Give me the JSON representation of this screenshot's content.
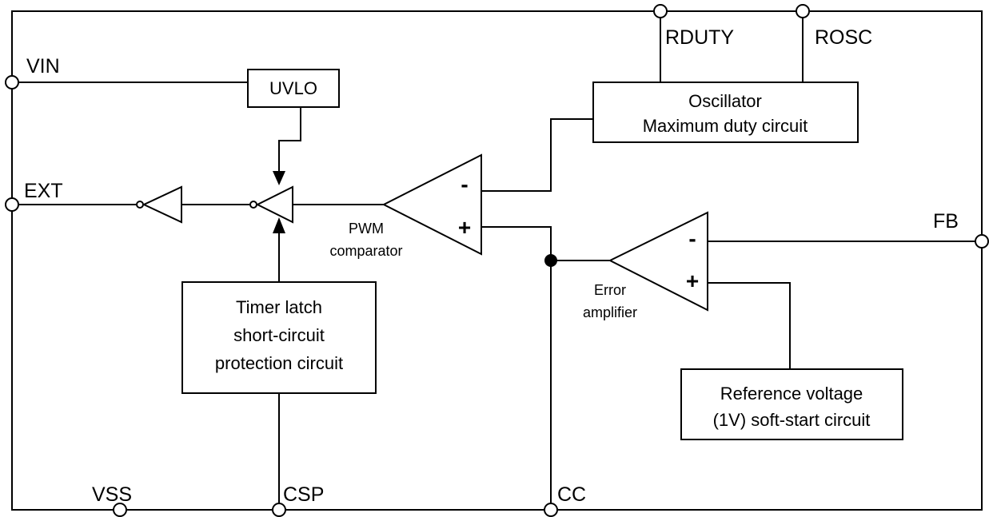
{
  "pins": {
    "vin": "VIN",
    "ext": "EXT",
    "vss": "VSS",
    "csp": "CSP",
    "cc": "CC",
    "fb": "FB",
    "rduty": "RDUTY",
    "rosc": "ROSC"
  },
  "blocks": {
    "uvlo": "UVLO",
    "oscillator": [
      "Oscillator",
      "Maximum duty circuit"
    ],
    "timer": [
      "Timer latch",
      "short-circuit",
      "protection circuit"
    ],
    "reference": [
      "Reference voltage",
      "(1V) soft-start circuit"
    ]
  },
  "comparators": {
    "pwm": {
      "label": [
        "PWM",
        "comparator"
      ],
      "minus": "-",
      "plus": "+"
    },
    "error": {
      "label": [
        "Error",
        "amplifier"
      ],
      "minus": "-",
      "plus": "+"
    }
  }
}
